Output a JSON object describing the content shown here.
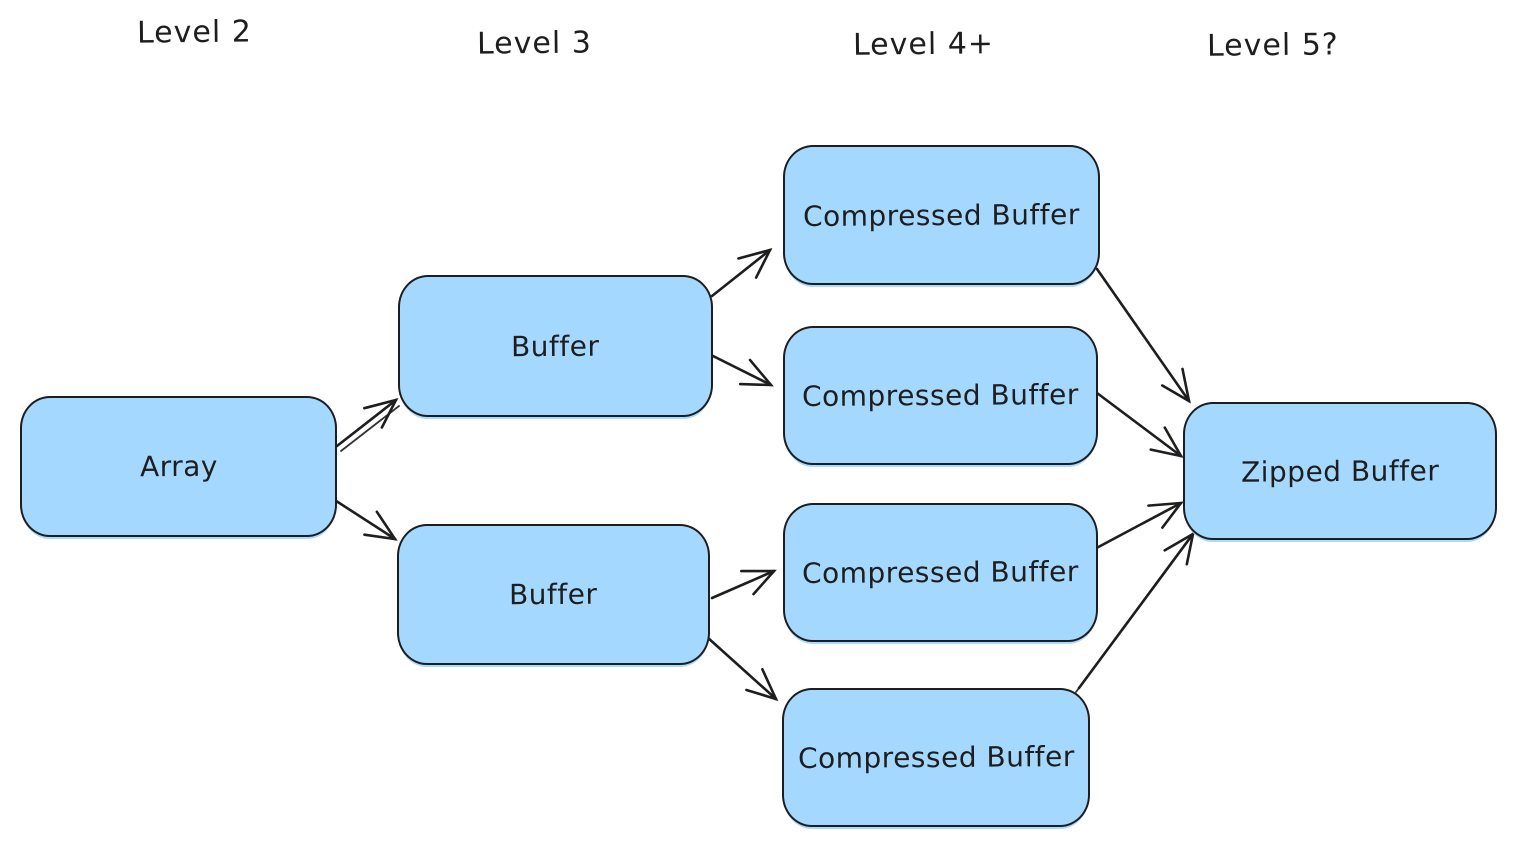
{
  "colors": {
    "node_fill": "#a5d8ff",
    "stroke": "#1e1e1e",
    "background": "#ffffff"
  },
  "diagram": {
    "headers": [
      "Level 2",
      "Level 3",
      "Level 4+",
      "Level 5?"
    ],
    "nodes": [
      {
        "id": "array",
        "label": "Array"
      },
      {
        "id": "buffer-top",
        "label": "Buffer"
      },
      {
        "id": "buffer-bottom",
        "label": "Buffer"
      },
      {
        "id": "compressed-buffer-1",
        "label": "Compressed Buffer"
      },
      {
        "id": "compressed-buffer-2",
        "label": "Compressed Buffer"
      },
      {
        "id": "compressed-buffer-3",
        "label": "Compressed Buffer"
      },
      {
        "id": "compressed-buffer-4",
        "label": "Compressed Buffer"
      },
      {
        "id": "zipped-buffer",
        "label": "Zipped Buffer"
      }
    ],
    "edges": [
      {
        "from": "array",
        "to": "buffer-top"
      },
      {
        "from": "array",
        "to": "buffer-bottom"
      },
      {
        "from": "buffer-top",
        "to": "compressed-buffer-1"
      },
      {
        "from": "buffer-top",
        "to": "compressed-buffer-2"
      },
      {
        "from": "buffer-bottom",
        "to": "compressed-buffer-3"
      },
      {
        "from": "buffer-bottom",
        "to": "compressed-buffer-4"
      },
      {
        "from": "compressed-buffer-1",
        "to": "zipped-buffer"
      },
      {
        "from": "compressed-buffer-2",
        "to": "zipped-buffer"
      },
      {
        "from": "compressed-buffer-3",
        "to": "zipped-buffer"
      },
      {
        "from": "compressed-buffer-4",
        "to": "zipped-buffer"
      }
    ]
  }
}
